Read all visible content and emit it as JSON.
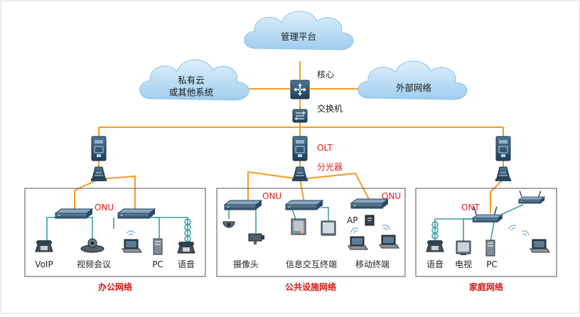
{
  "diagram": {
    "clouds": {
      "management": "管理平台",
      "private_cloud_line1": "私有云",
      "private_cloud_line2": "或其他系统",
      "external": "外部网络"
    },
    "core": {
      "core_label": "核心",
      "switch_label": "交换机"
    },
    "central": {
      "olt_label": "OLT",
      "splitter_label": "分光器"
    },
    "office": {
      "title": "办公网络",
      "onu_label": "ONU",
      "devices": {
        "voip": "VoIP",
        "video": "视频会议",
        "pc": "PC",
        "voice": "语音"
      }
    },
    "public": {
      "title": "公共设施网络",
      "onu_left": "ONU",
      "onu_right": "ONU",
      "ap_label": "AP",
      "devices": {
        "camera": "摄像头",
        "info": "信息交互终端",
        "mobile": "移动终端"
      }
    },
    "home": {
      "title": "家庭网络",
      "ont_label": "ONT",
      "devices": {
        "voice": "语音",
        "tv": "电视",
        "pc": "PC"
      }
    },
    "colors": {
      "fiber": "#f59a23",
      "copper": "#3aa0a0",
      "device_blue": "#2f5673",
      "cloud": "#b8dbf2",
      "accent_red": "#e02020"
    }
  }
}
